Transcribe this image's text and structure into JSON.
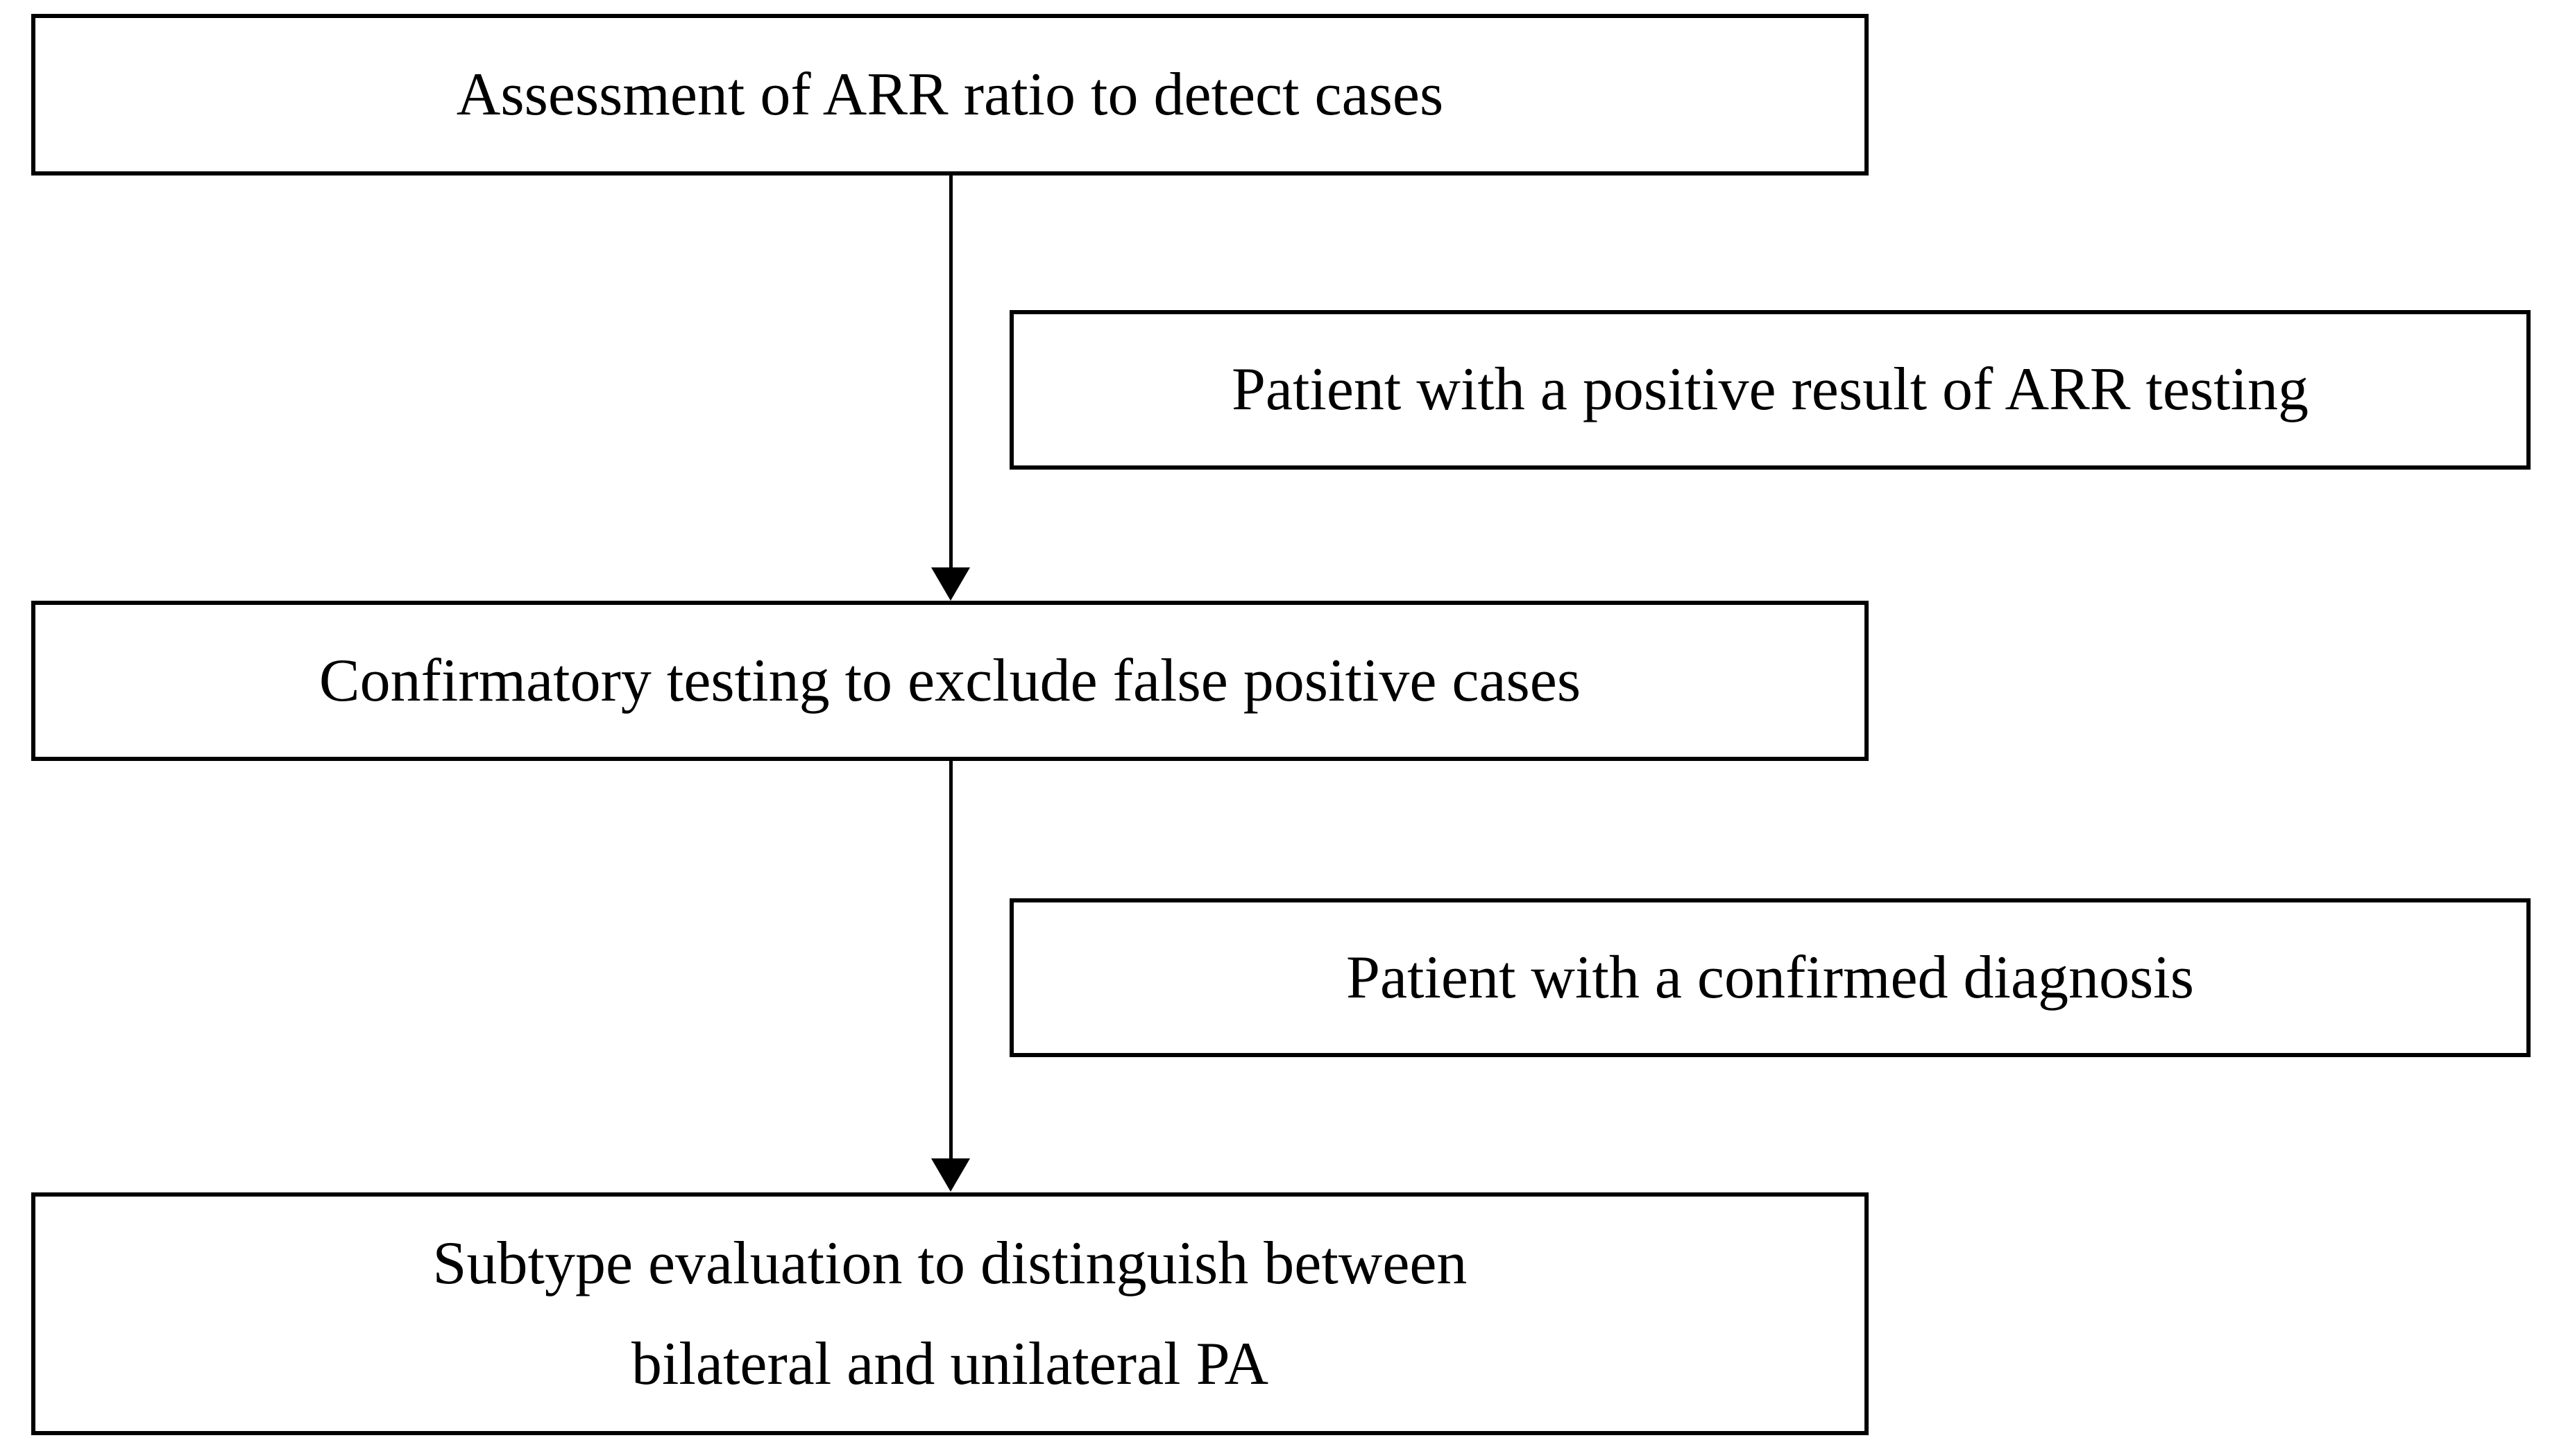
{
  "flowchart": {
    "description": "Diagnostic workflow flowchart for primary aldosteronism (PA)",
    "boxes": {
      "assessment": {
        "label": "Assessment of ARR ratio to detect cases"
      },
      "positive_result": {
        "label": "Patient with a positive result of ARR testing"
      },
      "confirmatory": {
        "label": "Confirmatory testing to exclude false positive cases"
      },
      "confirmed_diagnosis": {
        "label": "Patient with a confirmed diagnosis"
      },
      "subtype": {
        "lines": [
          "Subtype evaluation to distinguish between",
          "bilateral and unilateral PA"
        ]
      }
    },
    "edges": [
      {
        "from": "assessment",
        "to": "confirmatory",
        "type": "arrow-down"
      },
      {
        "from": "confirmatory",
        "to": "subtype",
        "type": "arrow-down"
      }
    ],
    "colors": {
      "border": "#000000",
      "text": "#000000",
      "background": "#ffffff"
    }
  }
}
